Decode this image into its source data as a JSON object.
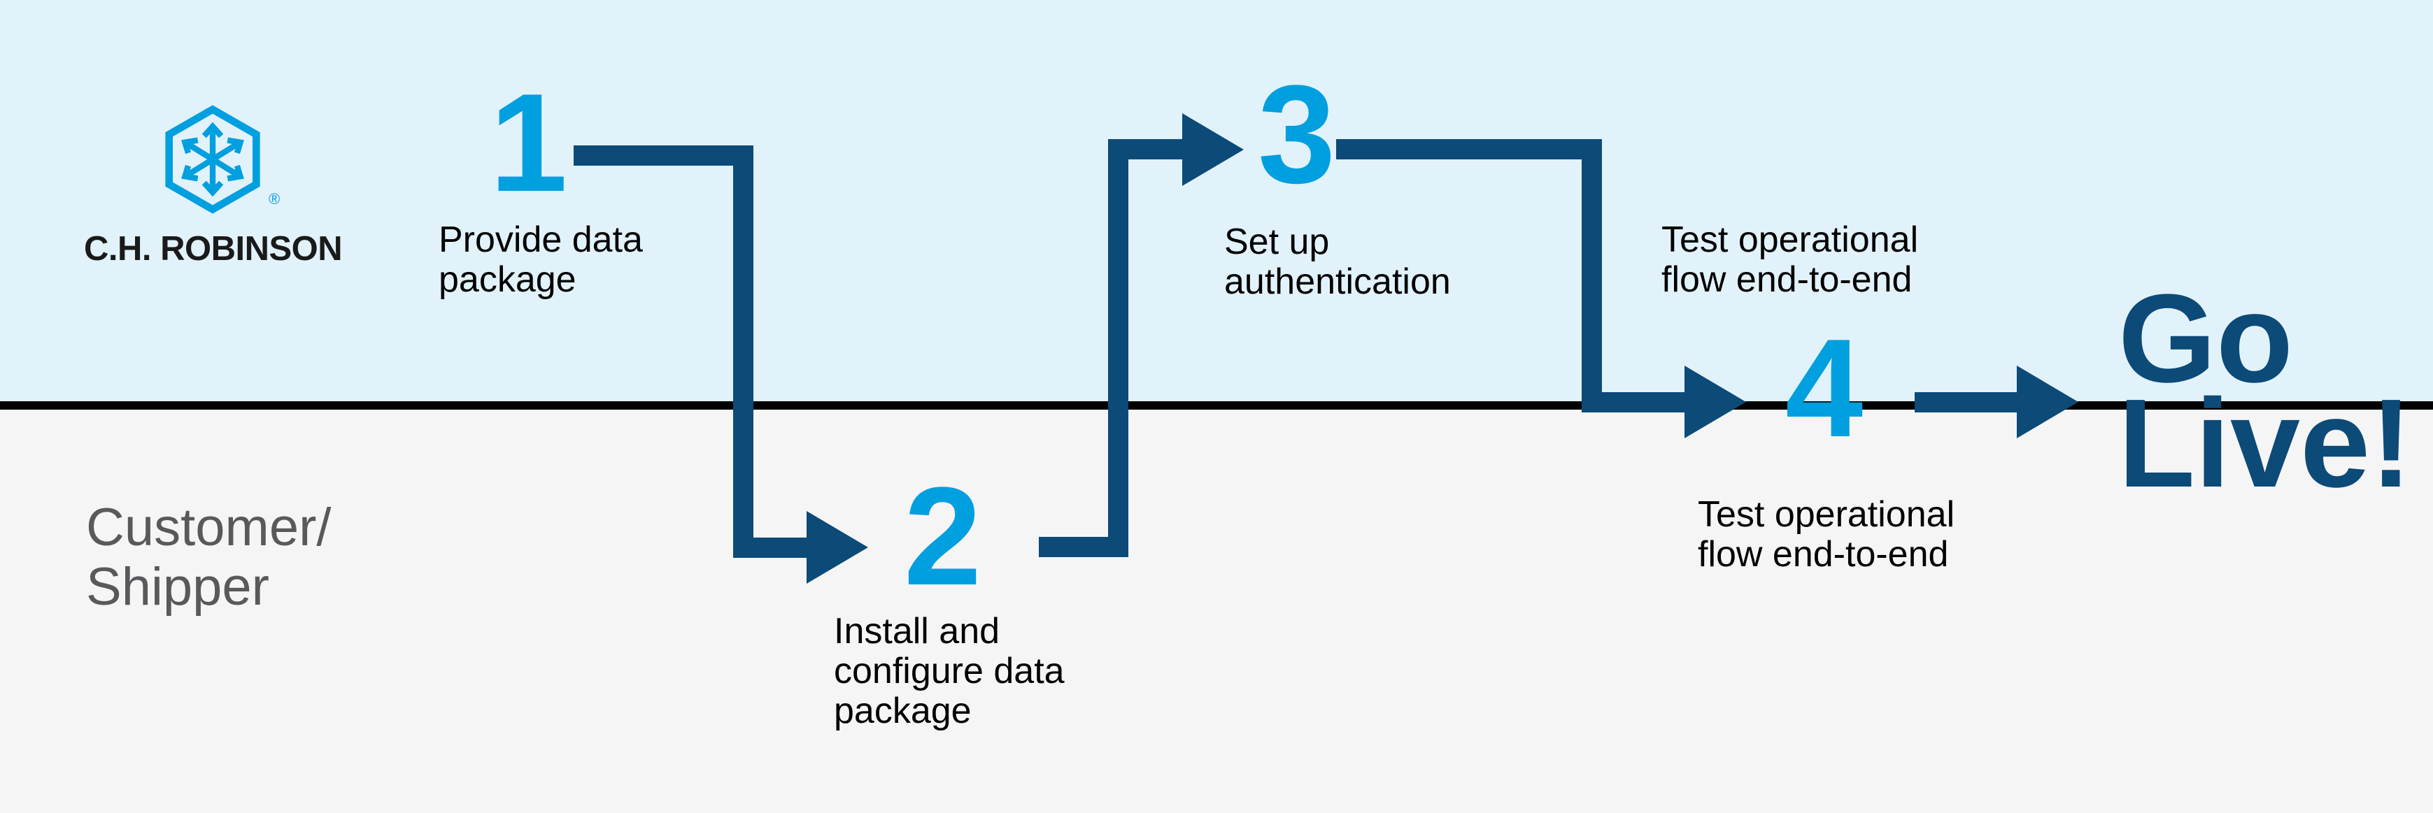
{
  "brand": {
    "name": "C.H. ROBINSON",
    "registered_mark": "®",
    "logo_icon": "hexagon-cube-arrows-icon"
  },
  "lanes": {
    "bottom_label": "Customer/\nShipper"
  },
  "steps": [
    {
      "number": "1",
      "label": "Provide data\npackage"
    },
    {
      "number": "2",
      "label": "Install and\nconfigure data\npackage"
    },
    {
      "number": "3",
      "label": "Set up\nauthentication"
    },
    {
      "number": "4",
      "label_above": "Test operational\nflow end-to-end",
      "label_below": "Test operational\nflow end-to-end"
    }
  ],
  "outcome": {
    "label": "Go\nLive!"
  },
  "colors": {
    "accent_blue": "#009FDF",
    "navy": "#0C4A78",
    "lane_top_bg": "#E2F2FB",
    "lane_bottom_bg": "#F5F5F6",
    "divider": "#000000",
    "muted_gray_text": "#58595B"
  }
}
